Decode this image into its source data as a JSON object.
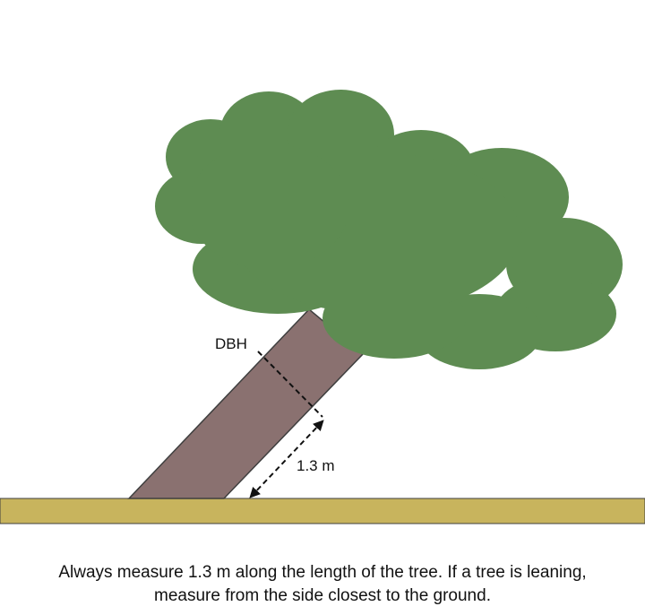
{
  "diagram": {
    "dbh_label": "DBH",
    "distance_label": "1.3 m"
  },
  "caption": {
    "line1": "Always measure 1.3 m along the length of the tree. If a tree is leaning,",
    "line2": "measure from the side closest to the ground."
  },
  "colors": {
    "canopy": "#5e8c52",
    "trunk": "#8a7170",
    "ground": "#c8b45d",
    "outline": "#3f3f3f",
    "arrow": "#111111"
  }
}
